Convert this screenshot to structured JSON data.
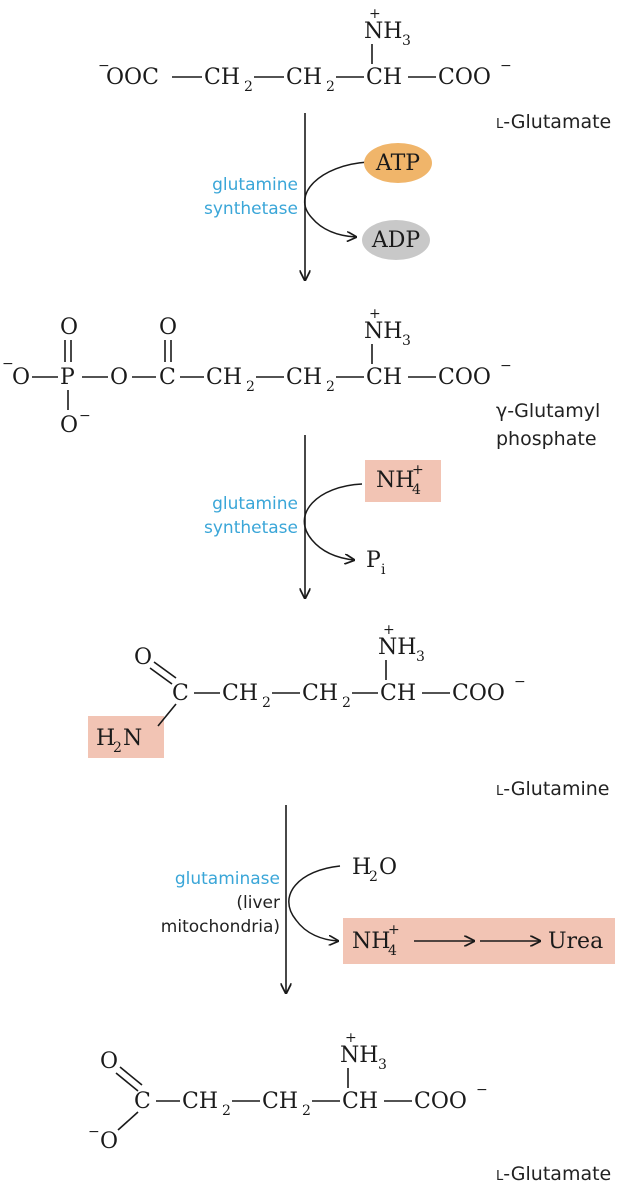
{
  "colors": {
    "enzyme_text": "#3aa6d8",
    "atp_fill": "#f0b56a",
    "adp_fill": "#c8c8c8",
    "highlight_fill": "#f2c4b4",
    "ink": "#1a1a1a"
  },
  "compounds": {
    "glutamate_top": {
      "name_prefix": "L",
      "name_rest": "-Glutamate"
    },
    "gamma_glutamyl_phosphate": {
      "name_line1": "γ-Glutamyl",
      "name_line2": "phosphate"
    },
    "glutamine": {
      "name_prefix": "L",
      "name_rest": "-Glutamine"
    },
    "glutamate_bottom": {
      "name_prefix": "L",
      "name_rest": "-Glutamate"
    }
  },
  "steps": [
    {
      "enzyme_line1": "glutamine",
      "enzyme_line2": "synthetase",
      "input": "ATP",
      "output": "ADP"
    },
    {
      "enzyme_line1": "glutamine",
      "enzyme_line2": "synthetase",
      "input": "NH",
      "input_sub": "4",
      "input_sup": "+",
      "output": "P",
      "output_sub": "i"
    },
    {
      "enzyme_line1": "glutaminase",
      "enzyme_line2": "(liver",
      "enzyme_line3": "mitochondria)",
      "input": "H",
      "input_sub": "2",
      "input_tail": "O",
      "output": "NH",
      "output_sub": "4",
      "output_sup": "+",
      "final_product": "Urea"
    }
  ],
  "atoms": {
    "ooc_left": "OOC",
    "minus": "−",
    "ch2": "CH",
    "two": "2",
    "ch": "CH",
    "coo": "COO",
    "nh3": "NH",
    "three": "3",
    "plus": "+",
    "o": "O",
    "p": "P",
    "c": "C",
    "h2n_h": "H",
    "h2n_n": "N"
  }
}
